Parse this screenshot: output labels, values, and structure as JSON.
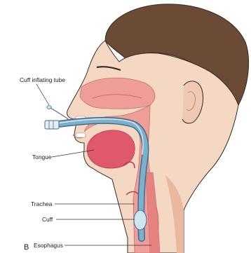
{
  "panel_letter": "B",
  "labels": {
    "cuff_inflating_tube": "Cuff inflating tube",
    "tongue": "Tongue",
    "trachea": "Trachea",
    "cuff": "Cuff",
    "esophagus": "Esophagus"
  },
  "colors": {
    "skin": "#f4d8c4",
    "skin_shadow": "#e9b89f",
    "outline": "#3a2a24",
    "hair": "#6b4a36",
    "airway_pink": "#ef9d98",
    "tongue_red": "#e0586b",
    "tube_blue": "#7eb0cc",
    "tube_dark": "#3f6f8e",
    "cuff_fill": "#cfe5f1"
  }
}
